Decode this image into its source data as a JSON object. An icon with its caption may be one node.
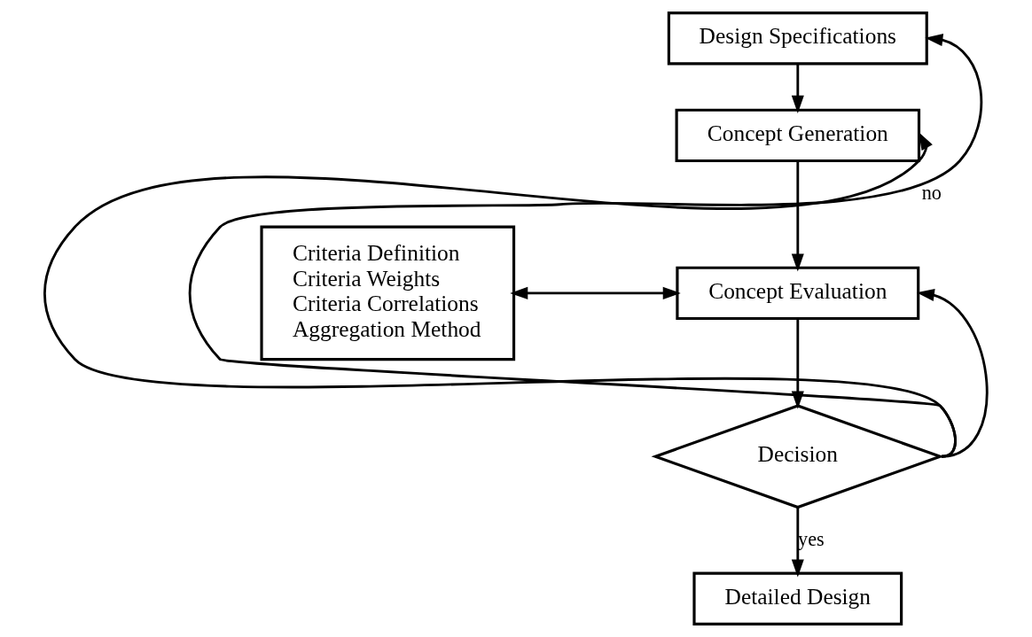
{
  "diagram": {
    "nodes": [
      {
        "text": [
          "Design Specifications"
        ]
      },
      {
        "text": [
          "Concept Generation"
        ]
      },
      {
        "text": [
          "Criteria Definition",
          "Criteria Weights",
          "Criteria Correlations",
          "Aggregation Method"
        ]
      },
      {
        "text": [
          "Concept Evaluation"
        ]
      },
      {
        "text": [
          "Decision"
        ]
      },
      {
        "text": [
          "Detailed Design"
        ]
      }
    ],
    "edges": [
      {
        "from": 0,
        "to": 1,
        "arrow": "to"
      },
      {
        "from": 1,
        "to": 3,
        "arrow": "to"
      },
      {
        "from": 2,
        "to": 3,
        "arrow": "both"
      },
      {
        "from": 3,
        "to": 4,
        "arrow": "to"
      },
      {
        "from": 4,
        "to": 0,
        "arrow": "to",
        "label": "no"
      },
      {
        "from": 4,
        "to": 1,
        "arrow": "to"
      },
      {
        "from": 4,
        "to": 3,
        "arrow": "to"
      },
      {
        "from": 4,
        "to": 5,
        "arrow": "to",
        "label": "yes"
      }
    ]
  }
}
